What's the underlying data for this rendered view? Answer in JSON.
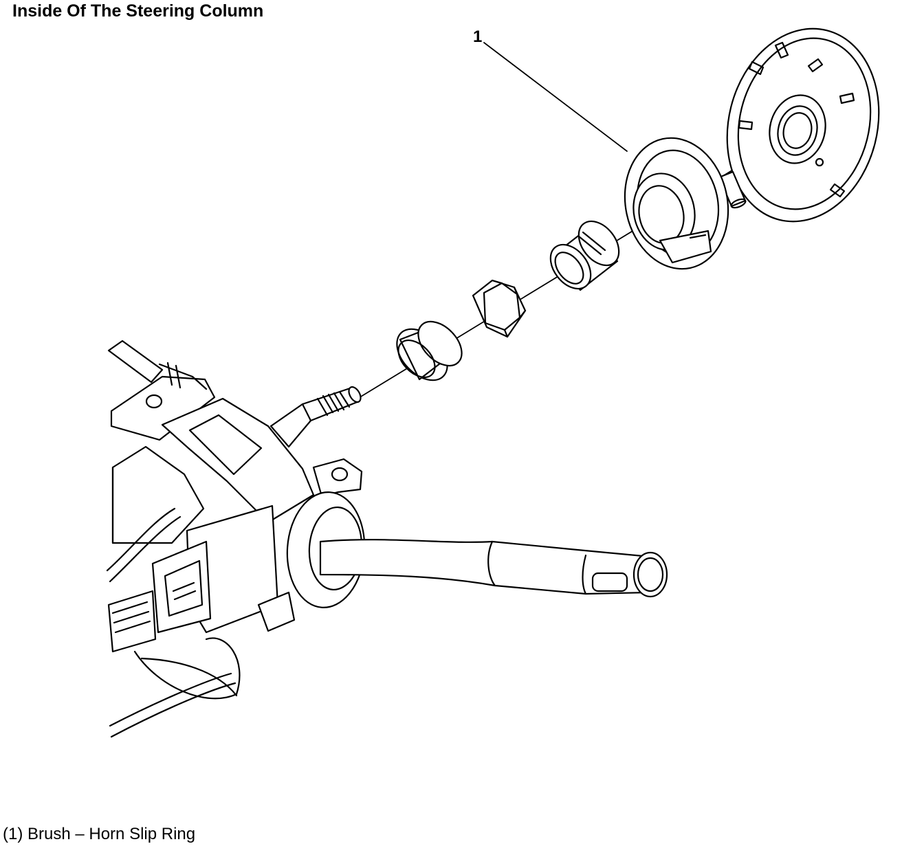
{
  "title": "Inside Of The Steering Column",
  "callout": {
    "number": "1"
  },
  "legend": {
    "item_1": "(1) Brush – Horn Slip Ring"
  }
}
